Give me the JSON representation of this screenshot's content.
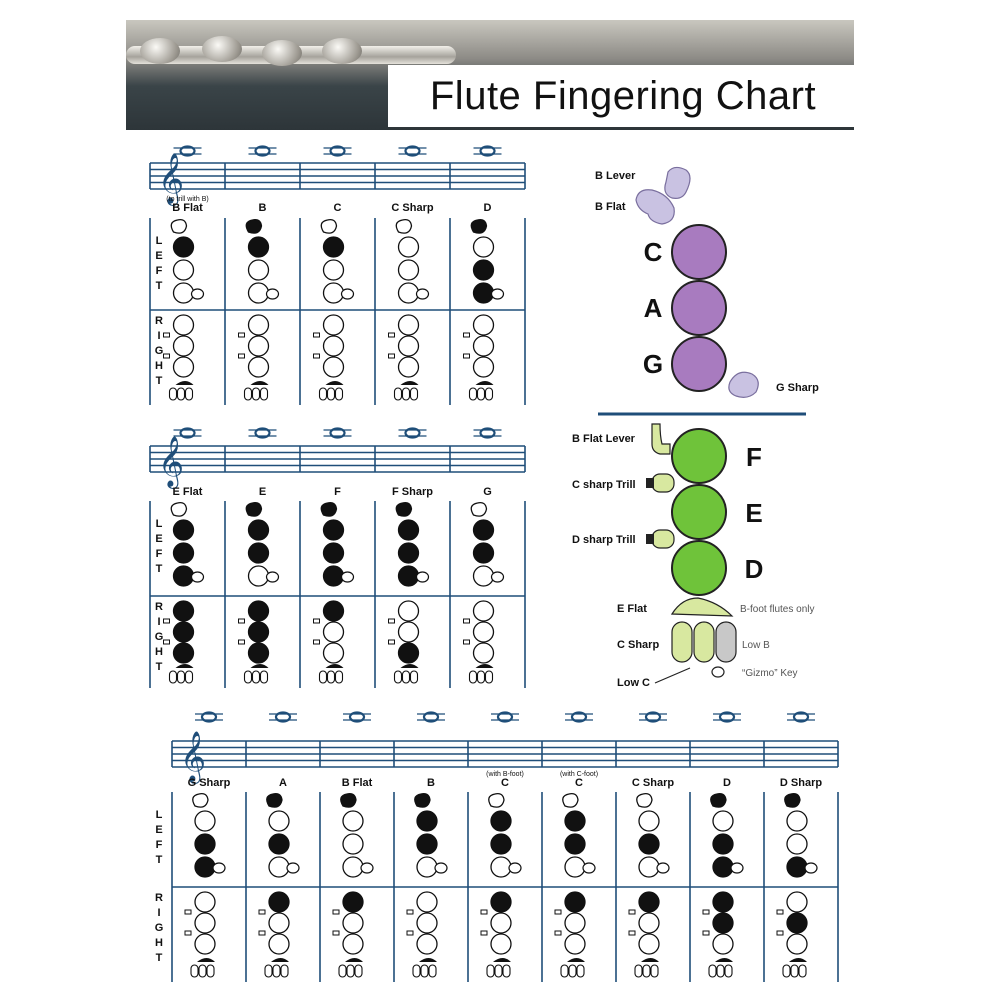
{
  "title": "Flute Fingering Chart",
  "side_labels": {
    "left": [
      "L",
      "E",
      "F",
      "T"
    ],
    "right": [
      "R",
      "I",
      "G",
      "H",
      "T"
    ]
  },
  "colors": {
    "staff": "#1f4e79",
    "purple": "#a87bbf",
    "lavender": "#c9c2e2",
    "green": "#6fc33a",
    "pale": "#d8e8a0",
    "grey": "#c8c8c8"
  },
  "sections": [
    {
      "notes": [
        {
          "name": "B Flat",
          "sub": "(to trill with B)",
          "left": [
            0,
            1,
            0,
            0
          ],
          "right": [
            0,
            0,
            0
          ]
        },
        {
          "name": "B",
          "sub": "",
          "left": [
            1,
            1,
            0,
            0
          ],
          "right": [
            0,
            0,
            0
          ]
        },
        {
          "name": "C",
          "sub": "",
          "left": [
            0,
            1,
            0,
            0
          ],
          "right": [
            0,
            0,
            0
          ]
        },
        {
          "name": "C Sharp",
          "sub": "",
          "left": [
            0,
            0,
            0,
            0
          ],
          "right": [
            0,
            0,
            0
          ]
        },
        {
          "name": "D",
          "sub": "",
          "left": [
            1,
            0,
            1,
            1
          ],
          "right": [
            0,
            0,
            0
          ]
        }
      ]
    },
    {
      "notes": [
        {
          "name": "E Flat",
          "sub": "",
          "left": [
            0,
            1,
            1,
            1
          ],
          "right": [
            1,
            1,
            1
          ]
        },
        {
          "name": "E",
          "sub": "",
          "left": [
            1,
            1,
            1,
            0
          ],
          "right": [
            1,
            1,
            1
          ]
        },
        {
          "name": "F",
          "sub": "",
          "left": [
            1,
            1,
            1,
            1
          ],
          "right": [
            1,
            0,
            0
          ]
        },
        {
          "name": "F Sharp",
          "sub": "",
          "left": [
            1,
            1,
            1,
            1
          ],
          "right": [
            0,
            0,
            1
          ]
        },
        {
          "name": "G",
          "sub": "",
          "left": [
            0,
            1,
            1,
            0
          ],
          "right": [
            0,
            0,
            0
          ]
        }
      ]
    },
    {
      "notes": [
        {
          "name": "G Sharp",
          "sub": "",
          "left": [
            0,
            0,
            1,
            1
          ],
          "right": [
            0,
            0,
            0
          ]
        },
        {
          "name": "A",
          "sub": "",
          "left": [
            1,
            0,
            1,
            0
          ],
          "right": [
            1,
            0,
            0
          ]
        },
        {
          "name": "B Flat",
          "sub": "",
          "left": [
            1,
            0,
            0,
            0
          ],
          "right": [
            1,
            0,
            0
          ]
        },
        {
          "name": "B",
          "sub": "",
          "left": [
            1,
            1,
            1,
            0
          ],
          "right": [
            0,
            0,
            0
          ]
        },
        {
          "name": "C",
          "sub": "(with B-foot)",
          "left": [
            0,
            1,
            1,
            0
          ],
          "right": [
            1,
            0,
            0
          ]
        },
        {
          "name": "C",
          "sub": "(with C-foot)",
          "left": [
            0,
            1,
            1,
            0
          ],
          "right": [
            1,
            0,
            0
          ]
        },
        {
          "name": "C Sharp",
          "sub": "",
          "left": [
            0,
            0,
            1,
            0
          ],
          "right": [
            1,
            0,
            0
          ]
        },
        {
          "name": "D",
          "sub": "",
          "left": [
            1,
            0,
            1,
            1
          ],
          "right": [
            1,
            1,
            0
          ]
        },
        {
          "name": "D Sharp",
          "sub": "",
          "left": [
            1,
            0,
            0,
            1
          ],
          "right": [
            0,
            1,
            0
          ]
        }
      ]
    }
  ],
  "diagram": {
    "top": {
      "levers": [
        "B Lever",
        "B Flat"
      ],
      "keys": [
        "C",
        "A",
        "G"
      ],
      "side": "G Sharp"
    },
    "bottom": {
      "levers": [
        "B Flat Lever",
        "C sharp Trill",
        "D sharp Trill"
      ],
      "keys": [
        "F",
        "E",
        "D"
      ],
      "foot": [
        "E Flat",
        "C Sharp",
        "Low C"
      ],
      "notes": [
        "B-foot flutes only",
        "Low B",
        "“Gizmo” Key"
      ]
    }
  }
}
